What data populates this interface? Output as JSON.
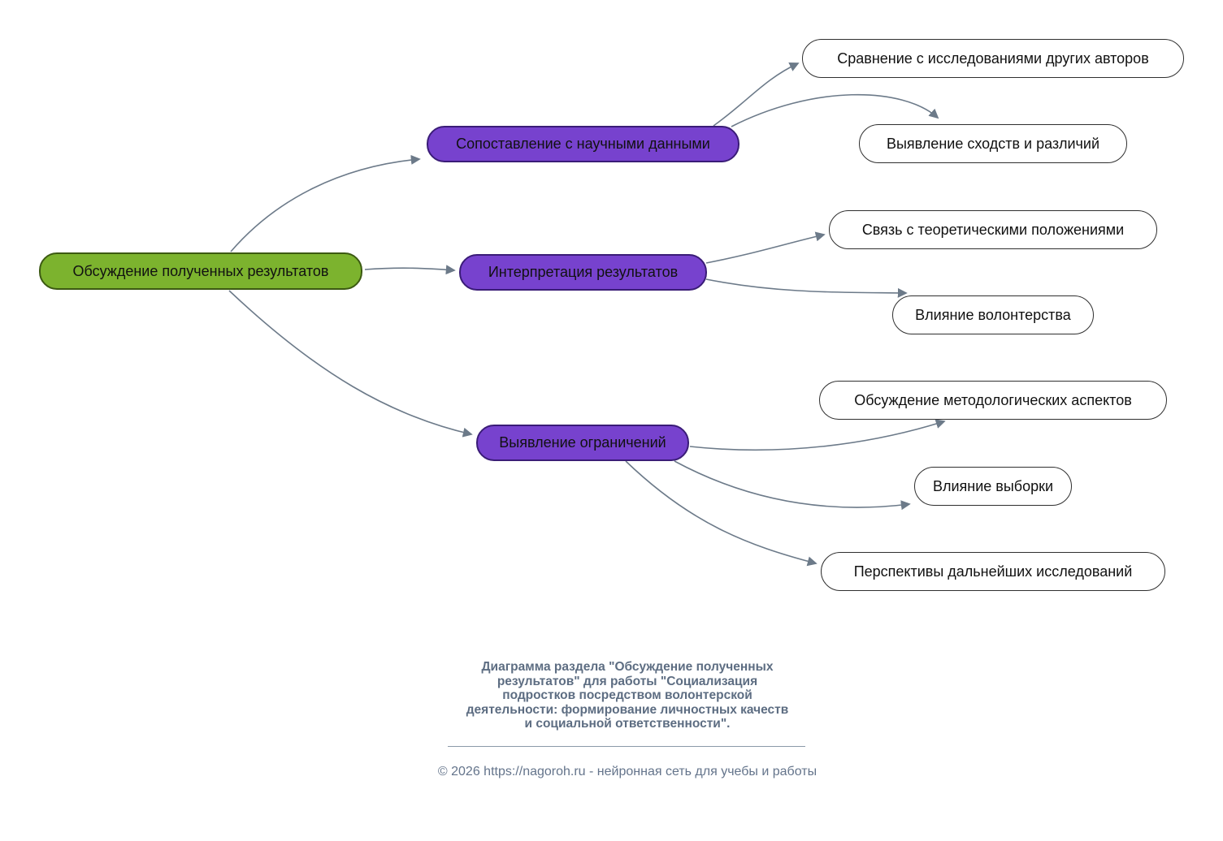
{
  "diagram": {
    "root": {
      "label": "Обсуждение полученных результатов"
    },
    "branches": [
      {
        "label": "Сопоставление с научными данными",
        "children": [
          {
            "label": "Сравнение с исследованиями других авторов"
          },
          {
            "label": "Выявление сходств и различий"
          }
        ]
      },
      {
        "label": "Интерпретация результатов",
        "children": [
          {
            "label": "Связь с теоретическими положениями"
          },
          {
            "label": "Влияние волонтерства"
          }
        ]
      },
      {
        "label": "Выявление ограничений",
        "children": [
          {
            "label": "Обсуждение методологических аспектов"
          },
          {
            "label": "Влияние выборки"
          },
          {
            "label": "Перспективы дальнейших исследований"
          }
        ]
      }
    ],
    "colors": {
      "root_fill": "#7cb32e",
      "branch_fill": "#7742ce",
      "leaf_fill": "#ffffff",
      "edge": "#6c7a89"
    }
  },
  "caption": {
    "line1": "Диаграмма раздела \"Обсуждение полученных",
    "line2": "результатов\" для работы \"Социализация",
    "line3": "подростков посредством волонтерской",
    "line4": "деятельности: формирование личностных качеств",
    "line5": "и социальной ответственности\"."
  },
  "footer": {
    "text": "© 2026 https://nagoroh.ru - нейронная сеть для учебы и работы"
  }
}
